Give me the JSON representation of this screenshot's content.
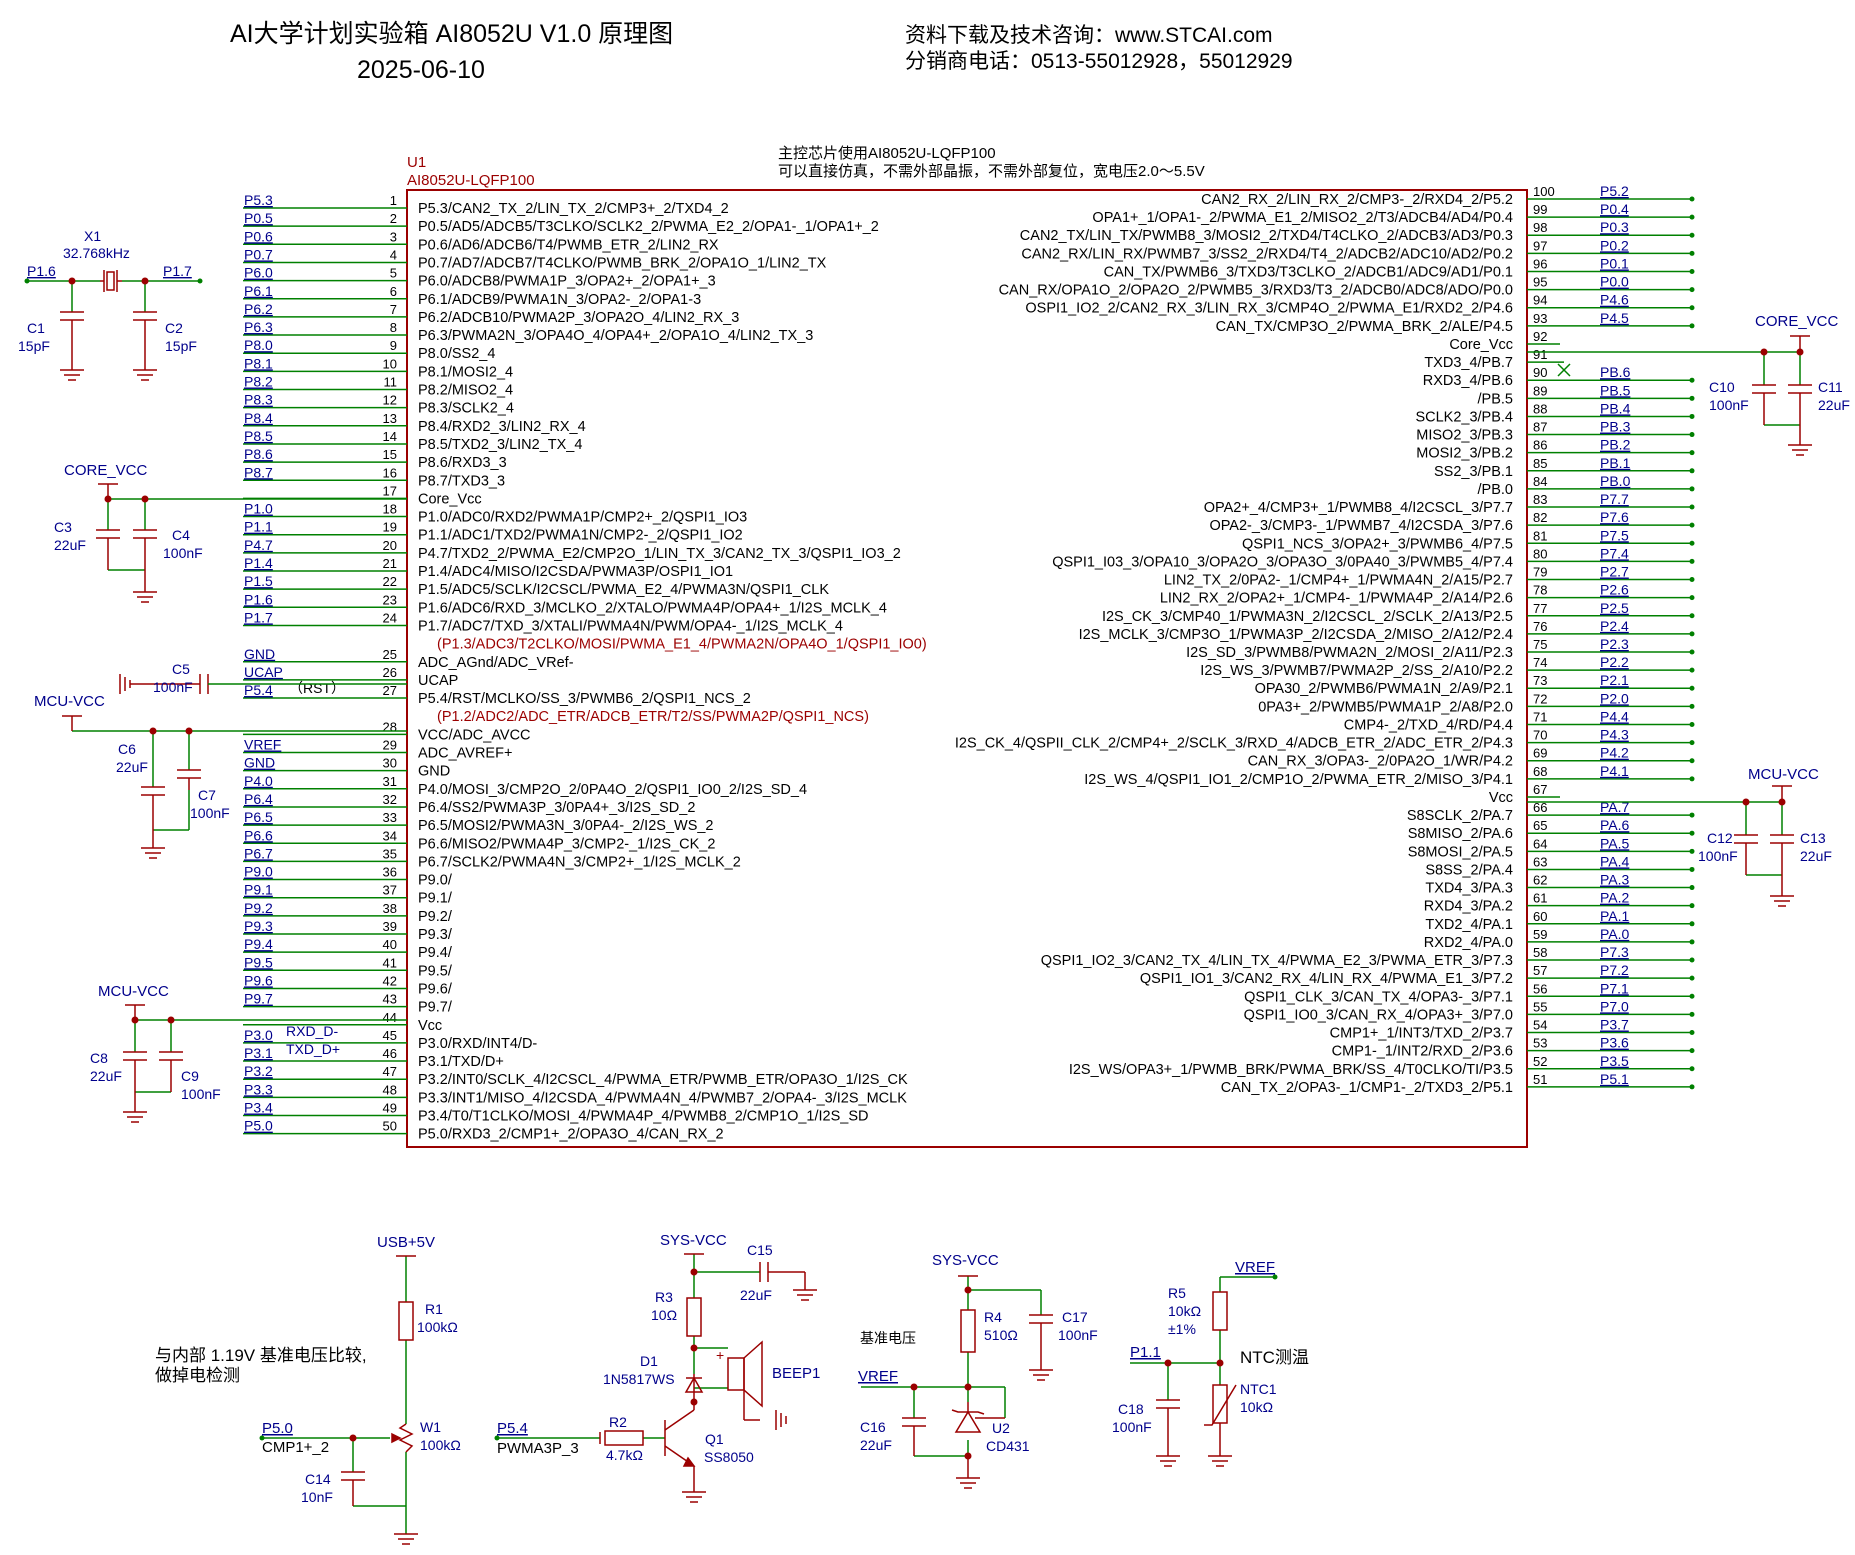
{
  "header": {
    "title": "AI大学计划实验箱 AI8052U   V1.0 原理图",
    "date": "2025-06-10",
    "download": "资料下载及技术咨询：www.STCAI.com",
    "phone": "分销商电话：0513-55012928，55012929"
  },
  "chip": {
    "ref": "U1",
    "part": "AI8052U-LQFP100",
    "note1": "主控芯片使用AI8052U-LQFP100",
    "note2": "可以直接仿真，不需外部晶振，不需外部复位，宽电压2.0～5.5V"
  },
  "left_pins": [
    {
      "num": "1",
      "net": "P5.3",
      "label": "P5.3/CAN2_TX_2/LIN_TX_2/CMP3+_2/TXD4_2"
    },
    {
      "num": "2",
      "net": "P0.5",
      "label": "P0.5/AD5/ADCB5/T3CLKO/SCLK2_2/PWMA_E2_2/OPA1-_1/OPA1+_2"
    },
    {
      "num": "3",
      "net": "P0.6",
      "label": "P0.6/AD6/ADCB6/T4/PWMB_ETR_2/LIN2_RX"
    },
    {
      "num": "4",
      "net": "P0.7",
      "label": "P0.7/AD7/ADCB7/T4CLKO/PWMB_BRK_2/OPA1O_1/LIN2_TX"
    },
    {
      "num": "5",
      "net": "P6.0",
      "label": "P6.0/ADCB8/PWMA1P_3/OPA2+_2/OPA1+_3"
    },
    {
      "num": "6",
      "net": "P6.1",
      "label": "P6.1/ADCB9/PWMA1N_3/OPA2-_2/OPA1-3"
    },
    {
      "num": "7",
      "net": "P6.2",
      "label": "P6.2/ADCB10/PWMA2P_3/OPA2O_4/LIN2_RX_3"
    },
    {
      "num": "8",
      "net": "P6.3",
      "label": "P6.3/PWMA2N_3/OPA4O_4/OPA4+_2/OPA1O_4/LIN2_TX_3"
    },
    {
      "num": "9",
      "net": "P8.0",
      "label": "P8.0/SS2_4"
    },
    {
      "num": "10",
      "net": "P8.1",
      "label": "P8.1/MOSI2_4"
    },
    {
      "num": "11",
      "net": "P8.2",
      "label": "P8.2/MISO2_4"
    },
    {
      "num": "12",
      "net": "P8.3",
      "label": "P8.3/SCLK2_4"
    },
    {
      "num": "13",
      "net": "P8.4",
      "label": "P8.4/RXD2_3/LIN2_RX_4"
    },
    {
      "num": "14",
      "net": "P8.5",
      "label": "P8.5/TXD2_3/LIN2_TX_4"
    },
    {
      "num": "15",
      "net": "P8.6",
      "label": "P8.6/RXD3_3"
    },
    {
      "num": "16",
      "net": "P8.7",
      "label": "P8.7/TXD3_3"
    },
    {
      "num": "17",
      "net": "",
      "label": "Core_Vcc"
    },
    {
      "num": "18",
      "net": "P1.0",
      "label": "P1.0/ADC0/RXD2/PWMA1P/CMP2+_2/QSPI1_IO3"
    },
    {
      "num": "19",
      "net": "P1.1",
      "label": "P1.1/ADC1/TXD2/PWMA1N/CMP2-_2/QSPI1_IO2"
    },
    {
      "num": "20",
      "net": "P4.7",
      "label": "P4.7/TXD2_2/PWMA_E2/CMP2O_1/LIN_TX_3/CAN2_TX_3/QSPI1_IO3_2"
    },
    {
      "num": "21",
      "net": "P1.4",
      "label": "P1.4/ADC4/MISO/I2CSDA/PWMA3P/OSPI1_IO1"
    },
    {
      "num": "22",
      "net": "P1.5",
      "label": "P1.5/ADC5/SCLK/I2CSCL/PWMA_E2_4/PWMA3N/QSPI1_CLK"
    },
    {
      "num": "23",
      "net": "P1.6",
      "label": "P1.6/ADC6/RXD_3/MCLKO_2/XTALO/PWMA4P/OPA4+_1/I2S_MCLK_4"
    },
    {
      "num": "24",
      "net": "P1.7",
      "label": "P1.7/ADC7/TXD_3/XTALI/PWMA4N/PWM/OPA4-_1/I2S_MCLK_4"
    },
    {
      "num": "",
      "net": "",
      "label": "(P1.3/ADC3/T2CLKO/MOSI/PWMA_E1_4/PWMA2N/OPA4O_1/QSPI1_IO0)"
    },
    {
      "num": "25",
      "net": "GND",
      "label": "ADC_AGnd/ADC_VRef-"
    },
    {
      "num": "26",
      "net": "UCAP",
      "label": "UCAP"
    },
    {
      "num": "27",
      "net": "P5.4",
      "label": "P5.4/RST/MCLKO/SS_3/PWMB6_2/QSPI1_NCS_2"
    },
    {
      "num": "",
      "net": "",
      "label": "(P1.2/ADC2/ADC_ETR/ADCB_ETR/T2/SS/PWMA2P/QSPI1_NCS)"
    },
    {
      "num": "28",
      "net": "",
      "label": "VCC/ADC_AVCC"
    },
    {
      "num": "29",
      "net": "VREF",
      "label": "ADC_AVREF+"
    },
    {
      "num": "30",
      "net": "GND",
      "label": "GND"
    },
    {
      "num": "31",
      "net": "P4.0",
      "label": "P4.0/MOSI_3/CMP2O_2/0PA4O_2/QSPI1_IO0_2/I2S_SD_4"
    },
    {
      "num": "32",
      "net": "P6.4",
      "label": "P6.4/SS2/PWMA3P_3/0PA4+_3/I2S_SD_2"
    },
    {
      "num": "33",
      "net": "P6.5",
      "label": "P6.5/MOSI2/PWMA3N_3/0PA4-_2/I2S_WS_2"
    },
    {
      "num": "34",
      "net": "P6.6",
      "label": "P6.6/MISO2/PWMA4P_3/CMP2-_1/I2S_CK_2"
    },
    {
      "num": "35",
      "net": "P6.7",
      "label": "P6.7/SCLK2/PWMA4N_3/CMP2+_1/I2S_MCLK_2"
    },
    {
      "num": "36",
      "net": "P9.0",
      "label": "P9.0/"
    },
    {
      "num": "37",
      "net": "P9.1",
      "label": "P9.1/"
    },
    {
      "num": "38",
      "net": "P9.2",
      "label": "P9.2/"
    },
    {
      "num": "39",
      "net": "P9.3",
      "label": "P9.3/"
    },
    {
      "num": "40",
      "net": "P9.4",
      "label": "P9.4/"
    },
    {
      "num": "41",
      "net": "P9.5",
      "label": "P9.5/"
    },
    {
      "num": "42",
      "net": "P9.6",
      "label": "P9.6/"
    },
    {
      "num": "43",
      "net": "P9.7",
      "label": "P9.7/"
    },
    {
      "num": "44",
      "net": "",
      "label": "Vcc"
    },
    {
      "num": "45",
      "net": "P3.0",
      "label": "P3.0/RXD/INT4/D-"
    },
    {
      "num": "46",
      "net": "P3.1",
      "label": "P3.1/TXD/D+"
    },
    {
      "num": "47",
      "net": "P3.2",
      "label": "P3.2/INT0/SCLK_4/I2CSCL_4/PWMA_ETR/PWMB_ETR/OPA3O_1/I2S_CK"
    },
    {
      "num": "48",
      "net": "P3.3",
      "label": "P3.3/INT1/MISO_4/I2CSDA_4/PWMA4N_4/PWMB7_2/OPA4-_3/I2S_MCLK"
    },
    {
      "num": "49",
      "net": "P3.4",
      "label": "P3.4/T0/T1CLKO/MOSI_4/PWMA4P_4/PWMB8_2/CMP1O_1/I2S_SD"
    },
    {
      "num": "50",
      "net": "P5.0",
      "label": "P5.0/RXD3_2/CMP1+_2/OPA3O_4/CAN_RX_2"
    }
  ],
  "left_extra": {
    "p5_4_rst": "（RST）",
    "p3_0_name": "RXD_D-",
    "p3_1_name": "TXD_D+"
  },
  "right_pins": [
    {
      "num": "100",
      "net": "P5.2",
      "label": "CAN2_RX_2/LIN_RX_2/CMP3-_2/RXD4_2/P5.2"
    },
    {
      "num": "99",
      "net": "P0.4",
      "label": "OPA1+_1/OPA1-_2/PWMA_E1_2/MISO2_2/T3/ADCB4/AD4/P0.4"
    },
    {
      "num": "98",
      "net": "P0.3",
      "label": "CAN2_TX/LIN_TX/PWMB8_3/MOSI2_2/TXD4/T4CLKO_2/ADCB3/AD3/P0.3"
    },
    {
      "num": "97",
      "net": "P0.2",
      "label": "CAN2_RX/LIN_RX/PWMB7_3/SS2_2/RXD4/T4_2/ADCB2/ADC10/AD2/P0.2"
    },
    {
      "num": "96",
      "net": "P0.1",
      "label": "CAN_TX/PWMB6_3/TXD3/T3CLKO_2/ADCB1/ADC9/AD1/P0.1"
    },
    {
      "num": "95",
      "net": "P0.0",
      "label": "CAN_RX/OPA1O_2/OPA2O_2/PWMB5_3/RXD3/T3_2/ADCB0/ADC8/ADO/P0.0"
    },
    {
      "num": "94",
      "net": "P4.6",
      "label": "OSPI1_IO2_2/CAN2_RX_3/LIN_RX_3/CMP4O_2/PWMA_E1/RXD2_2/P4.6"
    },
    {
      "num": "93",
      "net": "P4.5",
      "label": "CAN_TX/CMP3O_2/PWMA_BRK_2/ALE/P4.5"
    },
    {
      "num": "92",
      "net": "",
      "label": "Core_Vcc"
    },
    {
      "num": "91",
      "net": "",
      "label": "TXD3_4/PB.7"
    },
    {
      "num": "90",
      "net": "PB.6",
      "label": "RXD3_4/PB.6"
    },
    {
      "num": "89",
      "net": "PB.5",
      "label": "/PB.5"
    },
    {
      "num": "88",
      "net": "PB.4",
      "label": "SCLK2_3/PB.4"
    },
    {
      "num": "87",
      "net": "PB.3",
      "label": "MISO2_3/PB.3"
    },
    {
      "num": "86",
      "net": "PB.2",
      "label": "MOSI2_3/PB.2"
    },
    {
      "num": "85",
      "net": "PB.1",
      "label": "SS2_3/PB.1"
    },
    {
      "num": "84",
      "net": "PB.0",
      "label": "/PB.0"
    },
    {
      "num": "83",
      "net": "P7.7",
      "label": "OPA2+_4/CMP3+_1/PWMB8_4/I2CSCL_3/P7.7"
    },
    {
      "num": "82",
      "net": "P7.6",
      "label": "OPA2-_3/CMP3-_1/PWMB7_4/I2CSDA_3/P7.6"
    },
    {
      "num": "81",
      "net": "P7.5",
      "label": "QSPI1_NCS_3/OPA2+_3/PWMB6_4/P7.5"
    },
    {
      "num": "80",
      "net": "P7.4",
      "label": "QSPI1_I03_3/OPA10_3/OPA2O_3/OPA3O_3/0PA40_3/PWMB5_4/P7.4"
    },
    {
      "num": "79",
      "net": "P2.7",
      "label": "LIN2_TX_2/0PA2-_1/CMP4+_1/PWMA4N_2/A15/P2.7"
    },
    {
      "num": "78",
      "net": "P2.6",
      "label": "LIN2_RX_2/OPA2+_1/CMP4-_1/PWMA4P_2/A14/P2.6"
    },
    {
      "num": "77",
      "net": "P2.5",
      "label": "I2S_CK_3/CMP40_1/PWMA3N_2/I2CSCL_2/SCLK_2/A13/P2.5"
    },
    {
      "num": "76",
      "net": "P2.4",
      "label": "I2S_MCLK_3/CMP3O_1/PWMA3P_2/I2CSDA_2/MISO_2/A12/P2.4"
    },
    {
      "num": "75",
      "net": "P2.3",
      "label": "I2S_SD_3/PWMB8/PWMA2N_2/MOSI_2/A11/P2.3"
    },
    {
      "num": "74",
      "net": "P2.2",
      "label": "I2S_WS_3/PWMB7/PWMA2P_2/SS_2/A10/P2.2"
    },
    {
      "num": "73",
      "net": "P2.1",
      "label": "OPA30_2/PWMB6/PWMA1N_2/A9/P2.1"
    },
    {
      "num": "72",
      "net": "P2.0",
      "label": "0PA3+_2/PWMB5/PWMA1P_2/A8/P2.0"
    },
    {
      "num": "71",
      "net": "P4.4",
      "label": "CMP4-_2/TXD_4/RD/P4.4"
    },
    {
      "num": "70",
      "net": "P4.3",
      "label": "I2S_CK_4/QSPII_CLK_2/CMP4+_2/SCLK_3/RXD_4/ADCB_ETR_2/ADC_ETR_2/P4.3"
    },
    {
      "num": "69",
      "net": "P4.2",
      "label": "CAN_RX_3/OPA3-_2/0PA2O_1/WR/P4.2"
    },
    {
      "num": "68",
      "net": "P4.1",
      "label": "I2S_WS_4/QSPI1_IO1_2/CMP1O_2/PWMA_ETR_2/MISO_3/P4.1"
    },
    {
      "num": "67",
      "net": "",
      "label": "Vcc"
    },
    {
      "num": "66",
      "net": "PA.7",
      "label": "S8SCLK_2/PA.7"
    },
    {
      "num": "65",
      "net": "PA.6",
      "label": "S8MISO_2/PA.6"
    },
    {
      "num": "64",
      "net": "PA.5",
      "label": "S8MOSI_2/PA.5"
    },
    {
      "num": "63",
      "net": "PA.4",
      "label": "S8SS_2/PA.4"
    },
    {
      "num": "62",
      "net": "PA.3",
      "label": "TXD4_3/PA.3"
    },
    {
      "num": "61",
      "net": "PA.2",
      "label": "RXD4_3/PA.2"
    },
    {
      "num": "60",
      "net": "PA.1",
      "label": "TXD2_4/PA.1"
    },
    {
      "num": "59",
      "net": "PA.0",
      "label": "RXD2_4/PA.0"
    },
    {
      "num": "58",
      "net": "P7.3",
      "label": "QSPI1_IO2_3/CAN2_TX_4/LIN_TX_4/PWMA_E2_3/PWMA_ETR_3/P7.3"
    },
    {
      "num": "57",
      "net": "P7.2",
      "label": "QSPI1_IO1_3/CAN2_RX_4/LIN_RX_4/PWMA_E1_3/P7.2"
    },
    {
      "num": "56",
      "net": "P7.1",
      "label": "QSPI1_CLK_3/CAN_TX_4/OPA3-_3/P7.1"
    },
    {
      "num": "55",
      "net": "P7.0",
      "label": "QSPI1_IO0_3/CAN_RX_4/OPA3+_3/P7.0"
    },
    {
      "num": "54",
      "net": "P3.7",
      "label": "CMP1+_1/INT3/TXD_2/P3.7"
    },
    {
      "num": "53",
      "net": "P3.6",
      "label": "CMP1-_1/INT2/RXD_2/P3.6"
    },
    {
      "num": "52",
      "net": "P3.5",
      "label": "I2S_WS/OPA3+_1/PWMB_BRK/PWMA_BRK/SS_4/T0CLKO/TI/P3.5"
    },
    {
      "num": "51",
      "net": "P5.1",
      "label": "CAN_TX_2/OPA3-_1/CMP1-_2/TXD3_2/P5.1"
    }
  ],
  "crystal": {
    "ref": "X1",
    "value": "32.768kHz",
    "net_left": "P1.6",
    "net_right": "P1.7",
    "c1_ref": "C1",
    "c1_val": "15pF",
    "c2_ref": "C2",
    "c2_val": "15pF"
  },
  "core_left": {
    "net": "CORE_VCC",
    "c3_ref": "C3",
    "c3_val": "22uF",
    "c4_ref": "C4",
    "c4_val": "100nF"
  },
  "ucap": {
    "c5_ref": "C5",
    "c5_val": "100nF"
  },
  "mcu_left": {
    "net": "MCU-VCC",
    "c6_ref": "C6",
    "c6_val": "22uF",
    "c7_ref": "C7",
    "c7_val": "100nF"
  },
  "mcu_left2": {
    "net": "MCU-VCC",
    "c8_ref": "C8",
    "c8_val": "22uF",
    "c9_ref": "C9",
    "c9_val": "100nF"
  },
  "core_right": {
    "net": "CORE_VCC",
    "c10_ref": "C10",
    "c10_val": "100nF",
    "c11_ref": "C11",
    "c11_val": "22uF"
  },
  "mcu_right": {
    "net": "MCU-VCC",
    "c12_ref": "C12",
    "c12_val": "100nF",
    "c13_ref": "C13",
    "c13_val": "22uF"
  },
  "powerdet": {
    "net_top": "USB+5V",
    "r1_ref": "R1",
    "r1_val": "100kΩ",
    "w1_ref": "W1",
    "w1_val": "100kΩ",
    "c14_ref": "C14",
    "c14_val": "10nF",
    "net_pin": "P5.0",
    "net_fn": "CMP1+_2",
    "note1": "与内部 1.19V 基准电压比较,",
    "note2": "做掉电检测"
  },
  "buzzer": {
    "net_top": "SYS-VCC",
    "c15_ref": "C15",
    "c15_val": "22uF",
    "r3_ref": "R3",
    "r3_val": "10Ω",
    "d1_ref": "D1",
    "d1_val": "1N5817WS",
    "beep_ref": "BEEP1",
    "q1_ref": "Q1",
    "q1_val": "SS8050",
    "r2_ref": "R2",
    "r2_val": "4.7kΩ",
    "net_pin": "P5.4",
    "net_fn": "PWMA3P_3",
    "plus": "+"
  },
  "vref": {
    "net_top": "SYS-VCC",
    "r4_ref": "R4",
    "r4_val": "510Ω",
    "c17_ref": "C17",
    "c17_val": "100nF",
    "title": "基准电压",
    "net": "VREF",
    "c16_ref": "C16",
    "c16_val": "22uF",
    "u2_ref": "U2",
    "u2_val": "CD431"
  },
  "ntc": {
    "net_top": "VREF",
    "r5_ref": "R5",
    "r5_val": "10kΩ",
    "r5_tol": "±1%",
    "net_pin": "P1.1",
    "title": "NTC测温",
    "c18_ref": "C18",
    "c18_val": "100nF",
    "ntc_ref": "NTC1",
    "ntc_val": "10kΩ"
  },
  "colors": {
    "wire": "#008000",
    "part": "#9b0000",
    "label": "#00008b",
    "text": "#000000",
    "note": "#9b0000"
  }
}
